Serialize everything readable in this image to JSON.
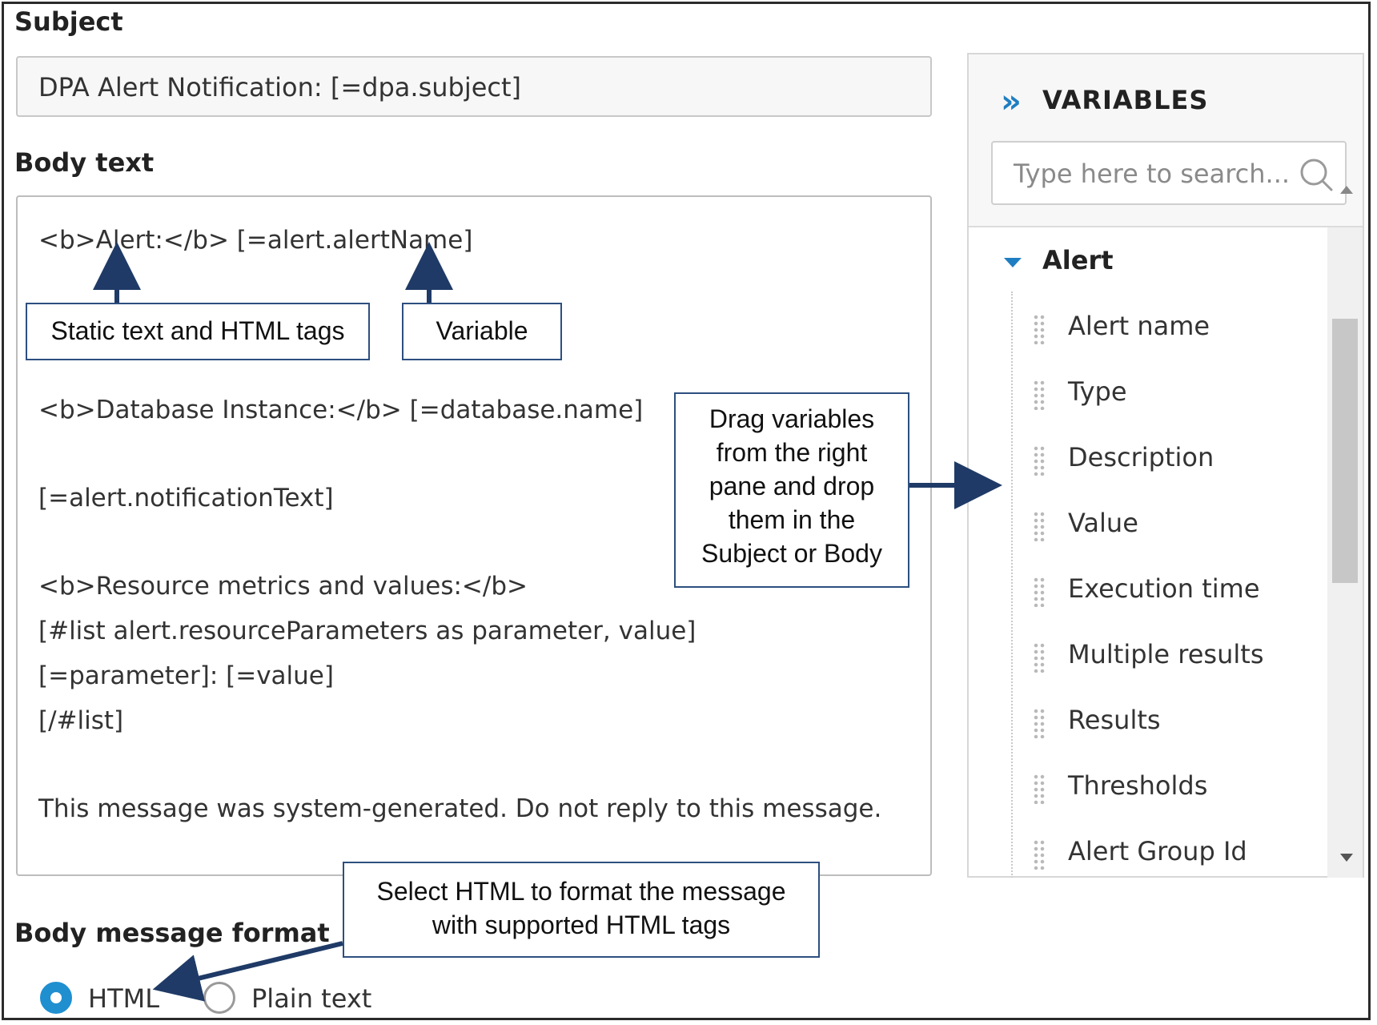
{
  "subject": {
    "label": "Subject",
    "value": "DPA Alert Notification: [=dpa.subject]"
  },
  "body": {
    "label": "Body text",
    "lines": [
      "<b>Alert:</b> [=alert.alertName]",
      "<b>Database Instance:</b> [=database.name]",
      "[=alert.notificationText]",
      "<b>Resource metrics and values:</b>",
      "[#list alert.resourceParameters as parameter, value]",
      "[=parameter]: [=value]",
      "[/#list]",
      "This message was system-generated. Do not reply to this message."
    ]
  },
  "callouts": {
    "static_text": "Static text and HTML tags",
    "variable": "Variable",
    "drag": [
      "Drag variables",
      "from the right",
      "pane and drop",
      "them in the",
      "Subject or Body"
    ],
    "select_html": [
      "Select HTML to format the message",
      "with supported HTML tags"
    ]
  },
  "format": {
    "label": "Body message format",
    "options": [
      {
        "label": "HTML",
        "selected": true
      },
      {
        "label": "Plain text",
        "selected": false
      }
    ]
  },
  "variables_pane": {
    "title": "VARIABLES",
    "search_placeholder": "Type here to search...",
    "group": "Alert",
    "items": [
      "Alert name",
      "Type",
      "Description",
      "Value",
      "Execution time",
      "Multiple results",
      "Results",
      "Thresholds",
      "Alert Group Id"
    ]
  },
  "colors": {
    "accent": "#1f7ec1",
    "callout_border": "#2d4f7f"
  }
}
